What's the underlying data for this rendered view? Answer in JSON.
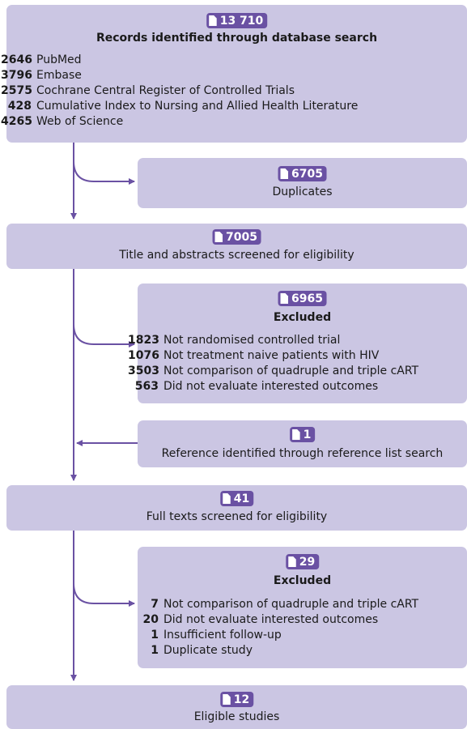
{
  "colors": {
    "box_fill": "#cbc6e3",
    "badge_fill": "#6a51a3",
    "arrow": "#6a51a3"
  },
  "icon": "document-icon",
  "boxes": {
    "records": {
      "count": "13 710",
      "title": "Records identified through database search",
      "items": [
        {
          "n": "2646",
          "label": "PubMed"
        },
        {
          "n": "3796",
          "label": "Embase"
        },
        {
          "n": "2575",
          "label": "Cochrane Central Register of Controlled Trials"
        },
        {
          "n": "428",
          "label": "Cumulative Index to Nursing and Allied Health Literature"
        },
        {
          "n": "4265",
          "label": "Web of Science"
        }
      ]
    },
    "duplicates": {
      "count": "6705",
      "title": "Duplicates"
    },
    "screened": {
      "count": "7005",
      "title": "Title and abstracts screened for eligibility"
    },
    "excluded1": {
      "count": "6965",
      "title": "Excluded",
      "items": [
        {
          "n": "1823",
          "label": "Not randomised controlled trial"
        },
        {
          "n": "1076",
          "label": "Not treatment naive patients with HIV"
        },
        {
          "n": "3503",
          "label": "Not comparison of quadruple and triple cART"
        },
        {
          "n": "563",
          "label": "Did not evaluate interested outcomes"
        }
      ]
    },
    "reference": {
      "count": "1",
      "title": "Reference identified through reference list search"
    },
    "fulltexts": {
      "count": "41",
      "title": "Full texts screened for eligibility"
    },
    "excluded2": {
      "count": "29",
      "title": "Excluded",
      "items": [
        {
          "n": "7",
          "label": "Not comparison of quadruple and triple cART"
        },
        {
          "n": "20",
          "label": "Did not evaluate interested outcomes"
        },
        {
          "n": "1",
          "label": "Insufficient follow-up"
        },
        {
          "n": "1",
          "label": "Duplicate study"
        }
      ]
    },
    "eligible": {
      "count": "12",
      "title": "Eligible studies"
    }
  }
}
